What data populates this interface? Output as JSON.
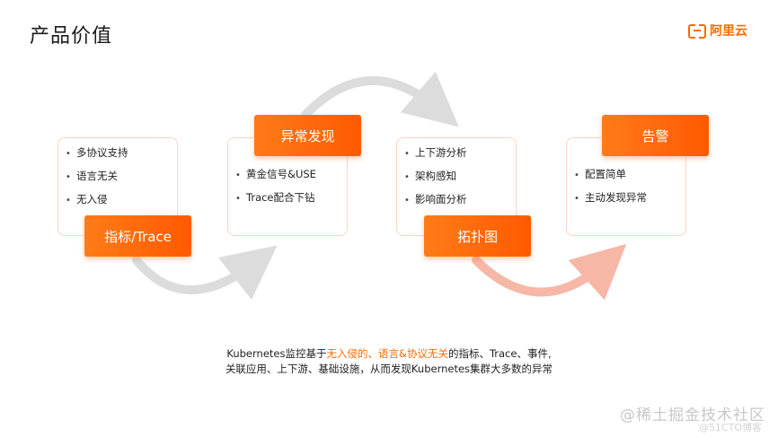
{
  "header": {
    "title": "产品价值",
    "logo_text": "阿里云"
  },
  "steps": [
    {
      "pill": "指标/Trace",
      "items": [
        "多协议支持",
        "语言无关",
        "无入侵"
      ]
    },
    {
      "pill": "异常发现",
      "items": [
        "黄金信号&USE",
        "Trace配合下钻"
      ]
    },
    {
      "pill": "拓扑图",
      "items": [
        "上下游分析",
        "架构感知",
        "影响面分析"
      ]
    },
    {
      "pill": "告警",
      "items": [
        "配置简单",
        "主动发现异常"
      ]
    }
  ],
  "description": {
    "line1_prefix": "Kubernetes监控基于",
    "line1_highlight": "无入侵的、语言&协议无关",
    "line1_suffix": "的指标、Trace、事件,",
    "line2": "关联应用、上下游、基础设施，从而发现Kubernetes集群大多数的异常"
  },
  "watermark": {
    "main": "@稀土掘金技术社区",
    "sub": "@51CTO博客"
  },
  "colors": {
    "accent": "#ff6a00",
    "pill_gradient_start": "#ff7b18",
    "pill_gradient_end": "#ff5a00",
    "arrow_gray": "#dcdcdc",
    "arrow_pink": "#f7b7a6",
    "card_border": "#f6d6c4"
  }
}
